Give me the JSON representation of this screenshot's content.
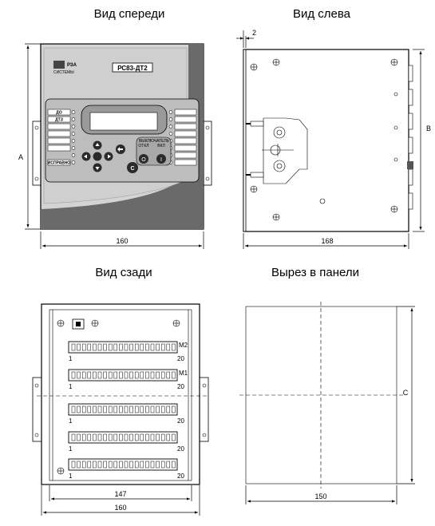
{
  "views": {
    "front": {
      "title": "Вид спереди"
    },
    "left": {
      "title": "Вид слева"
    },
    "back": {
      "title": "Вид сзади"
    },
    "cutout": {
      "title": "Вырез в панели"
    }
  },
  "dimensions": {
    "front_width": "160",
    "front_height": "A",
    "left_depth": "168",
    "left_height": "B",
    "left_offset": "2",
    "back_inner_width": "147",
    "back_width": "160",
    "cutout_width": "150",
    "cutout_height": "C"
  },
  "front_panel": {
    "brand": "РЗА",
    "brand_sub": "СИСТЕМЫ",
    "model": "РС83-ДТ2",
    "left_labels": [
      "ДО",
      "ДТЗ",
      "",
      "",
      "",
      "",
      "ИСПРАВНО"
    ],
    "right_label_count": 8,
    "switch_label": "ВЫКЛЮЧАТЕЛЬ",
    "switch_on": "ВКЛ",
    "switch_off": "ОТКЛ",
    "btn_o": "O",
    "btn_i": "I",
    "btn_c": "C"
  },
  "back_panel": {
    "connectors": [
      {
        "label": "M2",
        "start": "1",
        "end": "20"
      },
      {
        "label": "M1",
        "start": "1",
        "end": "20"
      },
      {
        "label": "",
        "start": "1",
        "end": "20"
      },
      {
        "label": "",
        "start": "1",
        "end": "20"
      },
      {
        "label": "",
        "start": "1",
        "end": "20"
      }
    ]
  },
  "colors": {
    "panel_light": "#d4d4d4",
    "panel_dark": "#6a6a6a",
    "panel_top": "#bdbdbd",
    "display": "#ffffff",
    "button": "#2a2a2a"
  }
}
